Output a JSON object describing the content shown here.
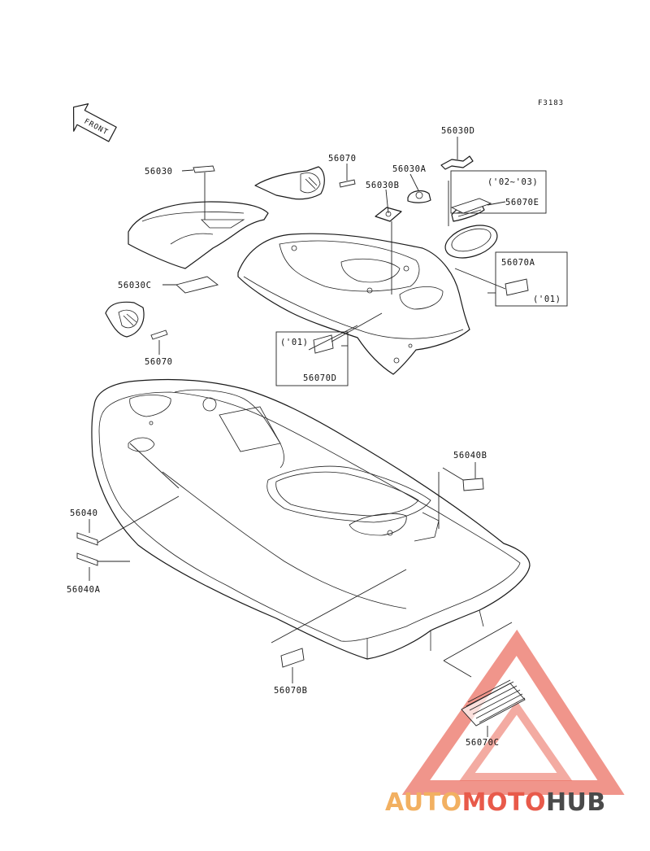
{
  "figure_id": "F3183",
  "front_label": "FRONT",
  "parts": {
    "p56030": "56030",
    "p56070_top": "56070",
    "p56030A": "56030A",
    "p56030B": "56030B",
    "p56030D": "56030D",
    "p56070E": "56070E",
    "p56070A": "56070A",
    "p56030C": "56030C",
    "p56070_left": "56070",
    "p56070D": "56070D",
    "p56040B": "56040B",
    "p56040": "56040",
    "p56040A": "56040A",
    "p56070B": "56070B",
    "p56070C": "56070C"
  },
  "notes": {
    "years_02_03": "('02~'03)",
    "year_01_a": "('01)",
    "year_01_d": "('01)"
  },
  "watermark": {
    "part1": "AUTO",
    "part2": "MOTO",
    "part3": "HUB",
    "color_orange": "#f2b061",
    "color_red": "#e85a4a",
    "color_gray": "#4a4a4a"
  }
}
